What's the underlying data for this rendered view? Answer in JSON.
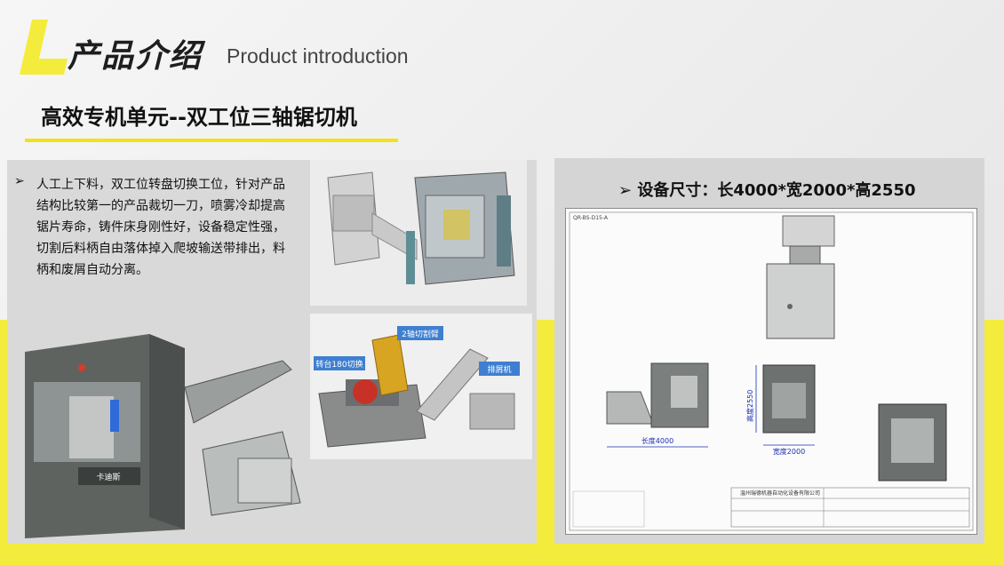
{
  "header": {
    "title_cn": "产品介绍",
    "title_en": "Product introduction",
    "subtitle": "高效专机单元--双工位三轴锯切机"
  },
  "description": {
    "bullet": "➢",
    "text": "人工上下料，双工位转盘切换工位，针对产品结构比较第一的产品裁切一刀，喷雾冷却提高锯片寿命，铸件床身刚性好，设备稳定性强，切割后料柄自由落体掉入爬坡输送带排出，料柄和废屑自动分离。"
  },
  "images": {
    "machine_label": "卡迪斯",
    "callout_axis": "2轴切割臂",
    "callout_turntable": "转台180切换",
    "callout_conveyor": "排屑机"
  },
  "drawing": {
    "dimensions_label": "设备尺寸：长4000*宽2000*高2550",
    "dim_length": "长度4000",
    "dim_width": "宽度2000",
    "dim_height": "高度2550",
    "frame_code": "QR-BS-D15-A",
    "title_block_company": "温州瑞德机器自动化设备有限公司"
  },
  "colors": {
    "accent_yellow": "#f4ec3c",
    "underline_yellow": "#f0e21b",
    "machine_dark": "#5e6360",
    "machine_light": "#b9bdbc"
  }
}
